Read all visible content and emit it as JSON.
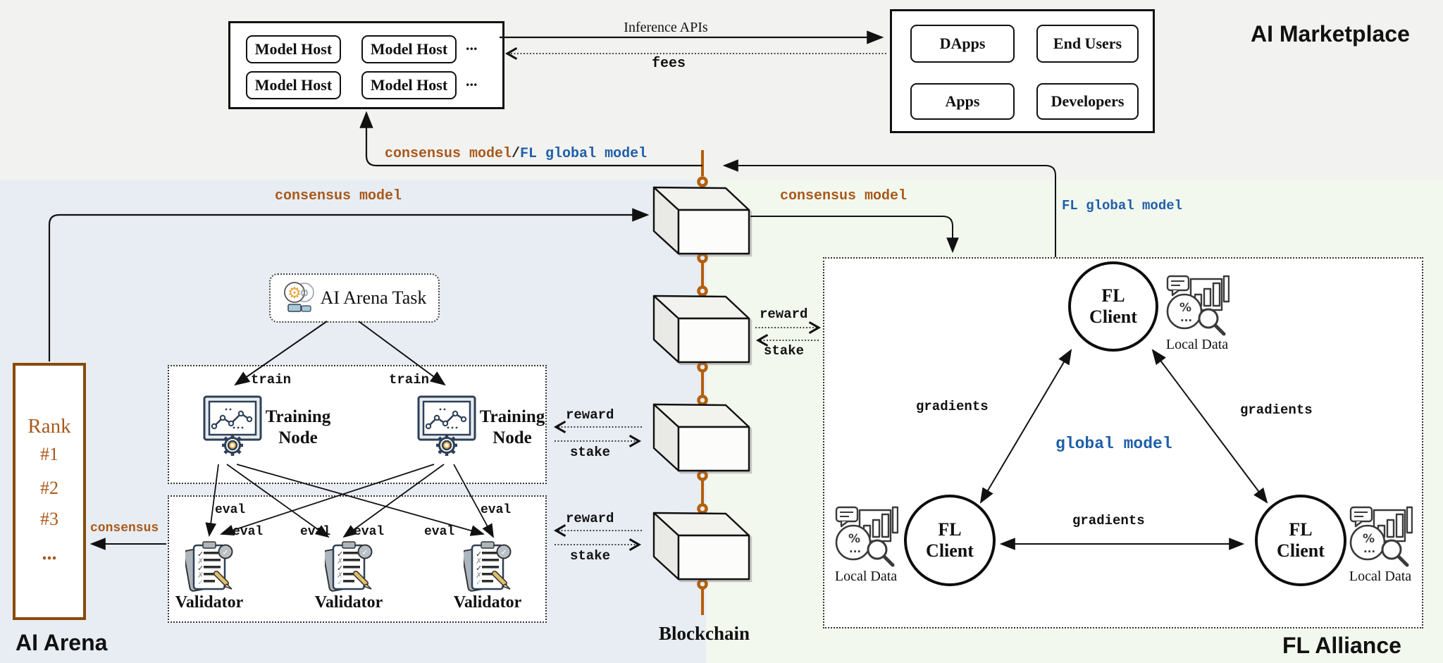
{
  "colors": {
    "accent_brown": "#a9591b",
    "accent_blue": "#1f5fa9",
    "chain_orange": "#b55f0b",
    "arena_bg": "#e8edf3",
    "alliance_bg": "#f2f8ee",
    "top_bg": "#f2f2f0"
  },
  "marketplace": {
    "title": "AI Marketplace",
    "model_hosts": [
      "Model Host",
      "Model Host",
      "Model Host",
      "Model Host"
    ],
    "ellipsis": "...",
    "consumers": [
      "DApps",
      "End Users",
      "Apps",
      "Developers"
    ],
    "inference_apis": "Inference APIs",
    "fees": "fees"
  },
  "flows": {
    "consensus_model": "consensus model",
    "slash": "/",
    "fl_global_model": "FL global model",
    "reward": "reward",
    "stake": "stake",
    "train": "train",
    "eval": "eval",
    "gradients": "gradients",
    "consensus": "consensus",
    "global_model": "global model"
  },
  "arena": {
    "title": "AI Arena",
    "task": "AI Arena Task",
    "training_node": "Training Node",
    "validator": "Validator",
    "rank": {
      "header": "Rank",
      "items": [
        "#1",
        "#2",
        "#3",
        "..."
      ]
    }
  },
  "blockchain": {
    "label": "Blockchain"
  },
  "alliance": {
    "title": "FL Alliance",
    "client": "FL Client",
    "local_data": "Local Data"
  }
}
